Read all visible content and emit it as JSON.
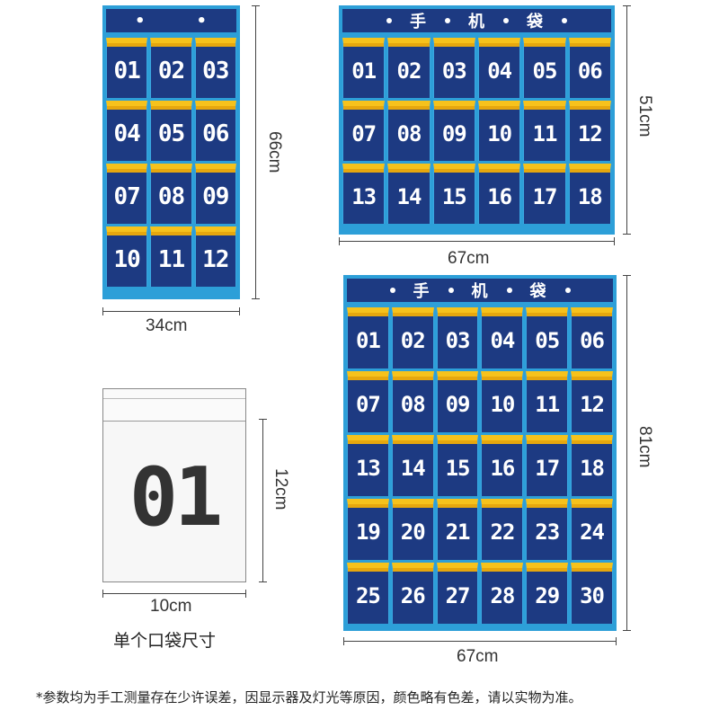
{
  "small_organizer": {
    "dots": [
      "•",
      "•"
    ],
    "numbers": [
      "01",
      "02",
      "03",
      "04",
      "05",
      "06",
      "07",
      "08",
      "09",
      "10",
      "11",
      "12"
    ],
    "height_label": "66cm",
    "width_label": "34cm"
  },
  "medium_organizer": {
    "title_chars": [
      "手",
      "机",
      "袋"
    ],
    "numbers": [
      "01",
      "02",
      "03",
      "04",
      "05",
      "06",
      "07",
      "08",
      "09",
      "10",
      "11",
      "12",
      "13",
      "14",
      "15",
      "16",
      "17",
      "18"
    ],
    "height_label": "51cm",
    "width_label": "67cm"
  },
  "large_organizer": {
    "title_chars": [
      "手",
      "机",
      "袋"
    ],
    "numbers": [
      "01",
      "02",
      "03",
      "04",
      "05",
      "06",
      "07",
      "08",
      "09",
      "10",
      "11",
      "12",
      "13",
      "14",
      "15",
      "16",
      "17",
      "18",
      "19",
      "20",
      "21",
      "22",
      "23",
      "24",
      "25",
      "26",
      "27",
      "28",
      "29",
      "30"
    ],
    "height_label": "81cm",
    "width_label": "67cm"
  },
  "single_pocket": {
    "number": "01",
    "height_label": "12cm",
    "width_label": "10cm",
    "caption": "单个口袋尺寸"
  },
  "footnote": "*参数均为手工测量存在少许误差，因显示器及灯光等原因，颜色略有色差，请以实物为准。",
  "colors": {
    "frame": "#2d9fd8",
    "navy": "#1d3a82",
    "yellow": "#f6c21c"
  }
}
